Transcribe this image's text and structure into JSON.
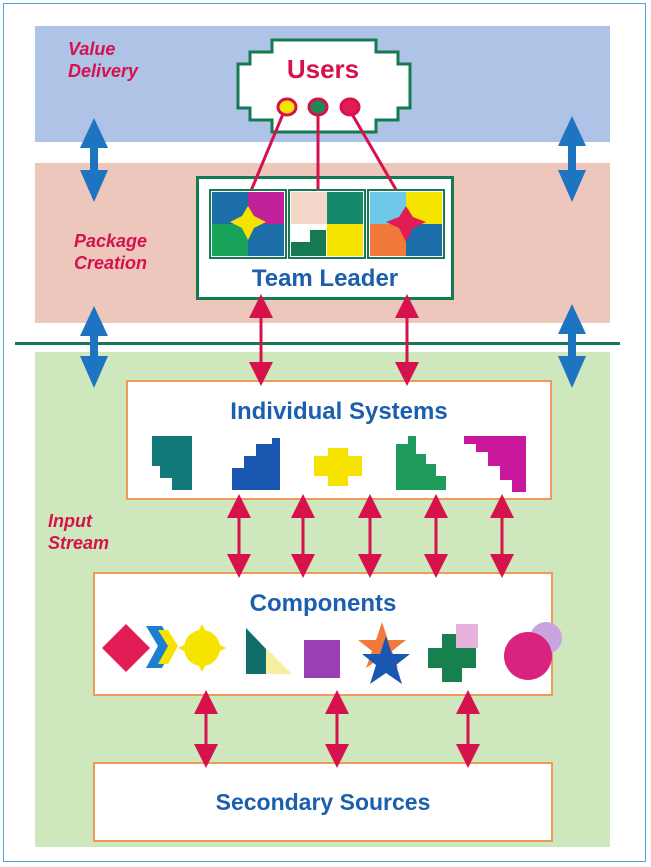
{
  "labels": {
    "value_delivery": [
      "Value",
      "Delivery"
    ],
    "package_creation": [
      "Package",
      "Creation"
    ],
    "input_stream": [
      "Input",
      "Stream"
    ]
  },
  "boxes": {
    "users": "Users",
    "team_leader": "Team Leader",
    "individual_systems": "Individual Systems",
    "components": "Components",
    "secondary_sources": "Secondary Sources"
  },
  "user_dots": [
    "yellow",
    "green",
    "red"
  ],
  "colors": {
    "accent_red": "#d6124d",
    "title_blue": "#1b5fae",
    "box_green": "#157a52",
    "box_orange": "#f09a5a",
    "arrow_blue": "#1d74c0",
    "value_band": "#aec3e6",
    "package_band": "#edc6bc",
    "input_band": "#cfe7bd",
    "dot_yellow": "#f6e300",
    "dot_green": "#1b8a55",
    "dot_red": "#e21d55"
  },
  "icons": {
    "team_leader_panels": [
      "quilt-panel-green-magenta",
      "quilt-panel-yellow-teal",
      "quilt-panel-multicolor-cross"
    ],
    "systems": [
      "teal-stair-shape-icon",
      "blue-stair-shape-icon",
      "yellow-plus-blob-icon",
      "green-stair-shape-icon",
      "magenta-stair-shape-icon"
    ],
    "components": [
      "red-diamond-chevrons-icon",
      "yellow-sun-icon",
      "green-triangle-icon",
      "purple-square-icon",
      "orange-blue-stars-icon",
      "green-cross-icon",
      "magenta-circles-icon"
    ]
  }
}
